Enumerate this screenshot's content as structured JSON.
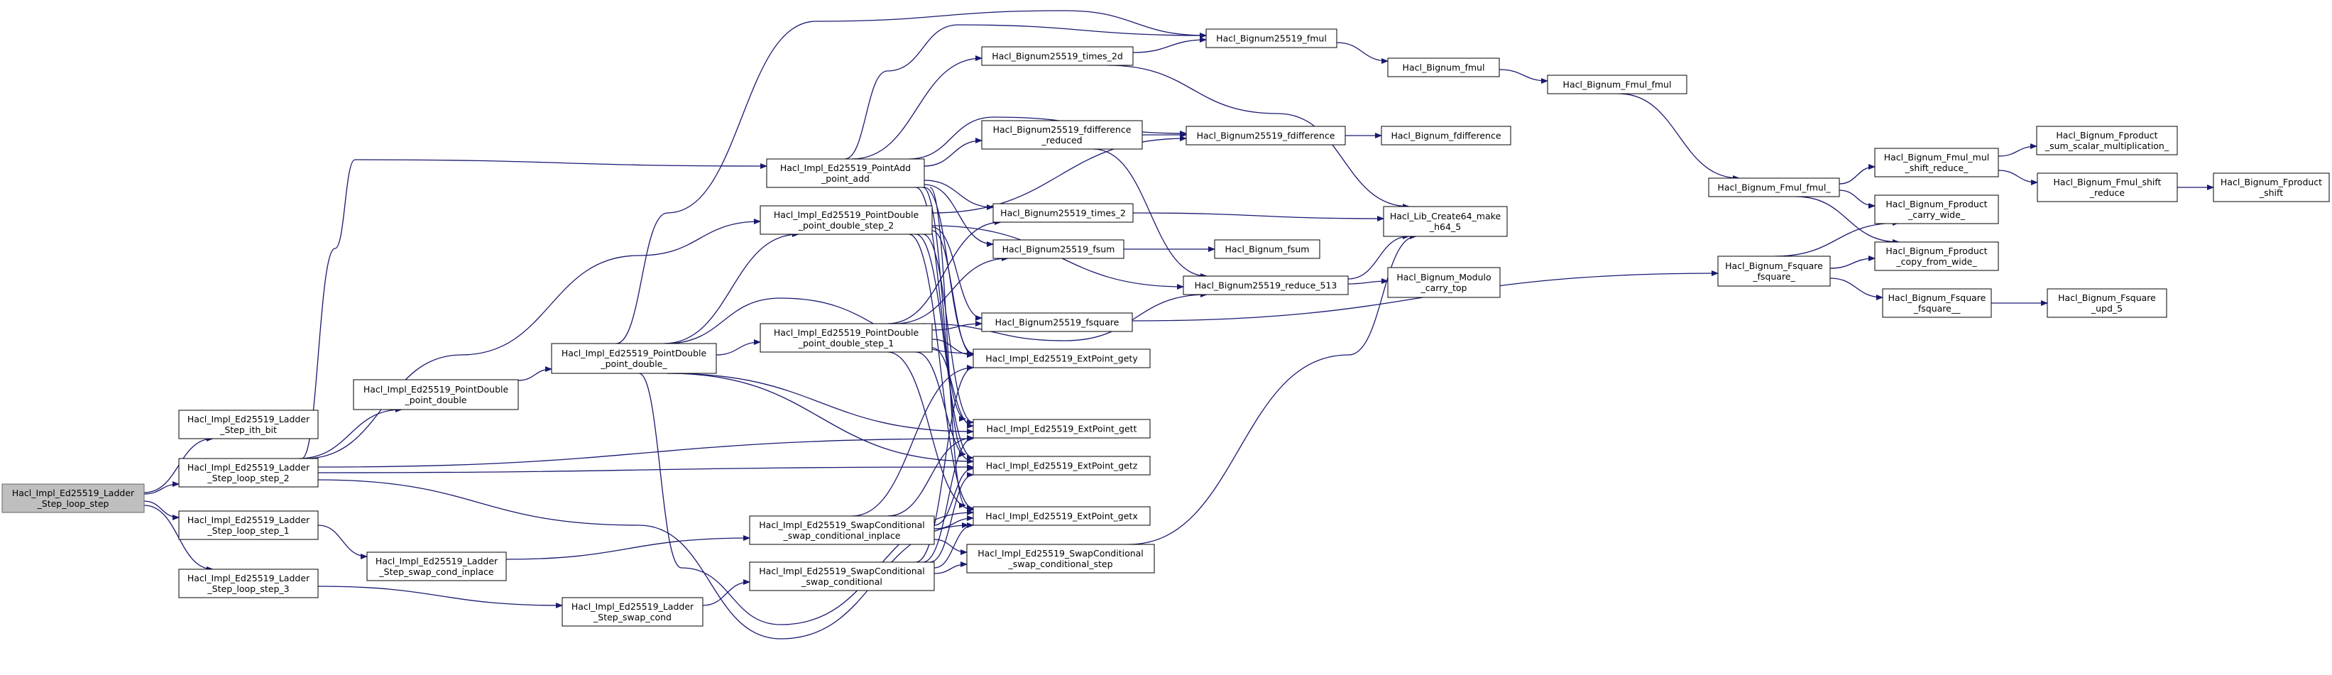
{
  "graph": {
    "colors": {
      "edge": "#191970",
      "node_border": "#666666",
      "node_fill": "#ffffff",
      "root_fill": "#bfbfbf",
      "text": "#000000"
    },
    "nodes": [
      {
        "id": "root",
        "lines": [
          "Hacl_Impl_Ed25519_Ladder",
          "_Step_loop_step"
        ],
        "root": true
      },
      {
        "id": "ith_bit",
        "lines": [
          "Hacl_Impl_Ed25519_Ladder",
          "_Step_ith_bit"
        ]
      },
      {
        "id": "loop2",
        "lines": [
          "Hacl_Impl_Ed25519_Ladder",
          "_Step_loop_step_2"
        ]
      },
      {
        "id": "loop1",
        "lines": [
          "Hacl_Impl_Ed25519_Ladder",
          "_Step_loop_step_1"
        ]
      },
      {
        "id": "loop3",
        "lines": [
          "Hacl_Impl_Ed25519_Ladder",
          "_Step_loop_step_3"
        ]
      },
      {
        "id": "pd",
        "lines": [
          "Hacl_Impl_Ed25519_PointDouble",
          "_point_double"
        ]
      },
      {
        "id": "swap_inplace",
        "lines": [
          "Hacl_Impl_Ed25519_Ladder",
          "_Step_swap_cond_inplace"
        ]
      },
      {
        "id": "swap_cond",
        "lines": [
          "Hacl_Impl_Ed25519_Ladder",
          "_Step_swap_cond"
        ]
      },
      {
        "id": "pd_",
        "lines": [
          "Hacl_Impl_Ed25519_PointDouble",
          "_point_double_"
        ]
      },
      {
        "id": "padd",
        "lines": [
          "Hacl_Impl_Ed25519_PointAdd",
          "_point_add"
        ]
      },
      {
        "id": "pds2",
        "lines": [
          "Hacl_Impl_Ed25519_PointDouble",
          "_point_double_step_2"
        ]
      },
      {
        "id": "pds1",
        "lines": [
          "Hacl_Impl_Ed25519_PointDouble",
          "_point_double_step_1"
        ]
      },
      {
        "id": "sc_inplace",
        "lines": [
          "Hacl_Impl_Ed25519_SwapConditional",
          "_swap_conditional_inplace"
        ]
      },
      {
        "id": "sc",
        "lines": [
          "Hacl_Impl_Ed25519_SwapConditional",
          "_swap_conditional"
        ]
      },
      {
        "id": "times2d",
        "lines": [
          "Hacl_Bignum25519_times_2d"
        ]
      },
      {
        "id": "fdiffred",
        "lines": [
          "Hacl_Bignum25519_fdifference",
          "_reduced"
        ]
      },
      {
        "id": "times2",
        "lines": [
          "Hacl_Bignum25519_times_2"
        ]
      },
      {
        "id": "fsum",
        "lines": [
          "Hacl_Bignum25519_fsum"
        ]
      },
      {
        "id": "fsquare",
        "lines": [
          "Hacl_Bignum25519_fsquare"
        ]
      },
      {
        "id": "gety",
        "lines": [
          "Hacl_Impl_Ed25519_ExtPoint_gety"
        ]
      },
      {
        "id": "gett",
        "lines": [
          "Hacl_Impl_Ed25519_ExtPoint_gett"
        ]
      },
      {
        "id": "getz",
        "lines": [
          "Hacl_Impl_Ed25519_ExtPoint_getz"
        ]
      },
      {
        "id": "getx",
        "lines": [
          "Hacl_Impl_Ed25519_ExtPoint_getx"
        ]
      },
      {
        "id": "scstep",
        "lines": [
          "Hacl_Impl_Ed25519_SwapConditional",
          "_swap_conditional_step"
        ]
      },
      {
        "id": "fmul",
        "lines": [
          "Hacl_Bignum25519_fmul"
        ]
      },
      {
        "id": "fdiff",
        "lines": [
          "Hacl_Bignum25519_fdifference"
        ]
      },
      {
        "id": "reduce513",
        "lines": [
          "Hacl_Bignum25519_reduce_513"
        ]
      },
      {
        "id": "bfmul",
        "lines": [
          "Hacl_Bignum_fmul"
        ]
      },
      {
        "id": "bfdiff",
        "lines": [
          "Hacl_Bignum_fdifference"
        ]
      },
      {
        "id": "bfsum",
        "lines": [
          "Hacl_Bignum_fsum"
        ]
      },
      {
        "id": "create64",
        "lines": [
          "Hacl_Lib_Create64_make",
          "_h64_5"
        ]
      },
      {
        "id": "modulo",
        "lines": [
          "Hacl_Bignum_Modulo",
          "_carry_top"
        ]
      },
      {
        "id": "ffmul",
        "lines": [
          "Hacl_Bignum_Fmul_fmul"
        ]
      },
      {
        "id": "ffmul_",
        "lines": [
          "Hacl_Bignum_Fmul_fmul_"
        ]
      },
      {
        "id": "fsq_",
        "lines": [
          "Hacl_Bignum_Fsquare",
          "_fsquare_"
        ]
      },
      {
        "id": "mulsr",
        "lines": [
          "Hacl_Bignum_Fmul_mul",
          "_shift_reduce_"
        ]
      },
      {
        "id": "carrywide",
        "lines": [
          "Hacl_Bignum_Fproduct",
          "_carry_wide_"
        ]
      },
      {
        "id": "copywide",
        "lines": [
          "Hacl_Bignum_Fproduct",
          "_copy_from_wide_"
        ]
      },
      {
        "id": "fsq__",
        "lines": [
          "Hacl_Bignum_Fsquare",
          "_fsquare__"
        ]
      },
      {
        "id": "sumscalar",
        "lines": [
          "Hacl_Bignum_Fproduct",
          "_sum_scalar_multiplication_"
        ]
      },
      {
        "id": "shiftred",
        "lines": [
          "Hacl_Bignum_Fmul_shift",
          "_reduce"
        ]
      },
      {
        "id": "upd5",
        "lines": [
          "Hacl_Bignum_Fsquare",
          "_upd_5"
        ]
      },
      {
        "id": "shift",
        "lines": [
          "Hacl_Bignum_Fproduct",
          "_shift"
        ]
      }
    ]
  }
}
